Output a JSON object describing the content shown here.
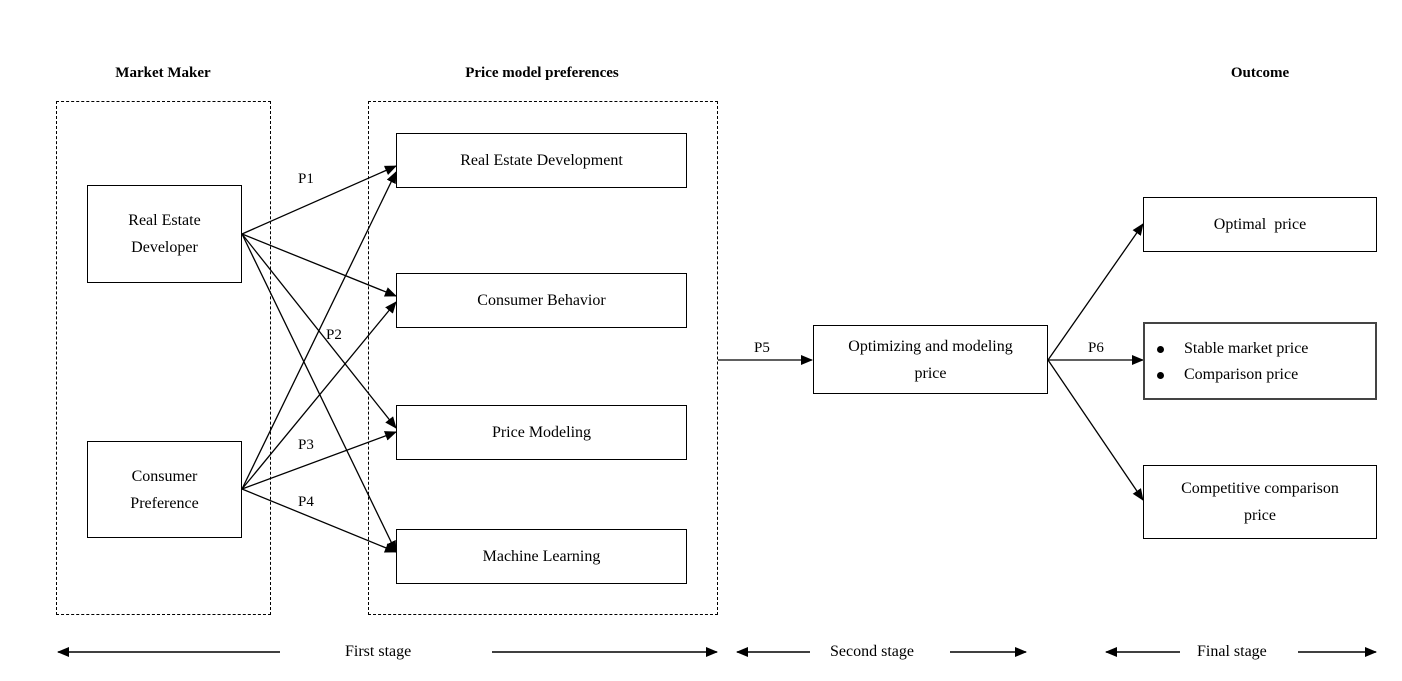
{
  "headers": {
    "market_maker": "Market Maker",
    "price_model_preferences": "Price model preferences",
    "outcome": "Outcome"
  },
  "makers": {
    "developer": [
      "Real Estate",
      "Developer"
    ],
    "consumer": [
      "Consumer",
      "Preference"
    ]
  },
  "preferences": {
    "real_estate_development": "Real Estate Development",
    "consumer_behavior": "Consumer Behavior",
    "price_modeling": "Price Modeling",
    "machine_learning": "Machine Learning"
  },
  "middle": {
    "optimizing": [
      "Optimizing and modeling",
      "price"
    ]
  },
  "outcomes": {
    "optimal": "Optimal  price",
    "stable_bullets": [
      "Stable market price",
      "Comparison price"
    ],
    "competitive": [
      "Competitive comparison",
      "price"
    ]
  },
  "propositions": {
    "p1": "P1",
    "p2": "P2",
    "p3": "P3",
    "p4": "P4",
    "p5": "P5",
    "p6": "P6"
  },
  "stages": {
    "first": "First stage",
    "second": "Second stage",
    "final": "Final stage"
  }
}
